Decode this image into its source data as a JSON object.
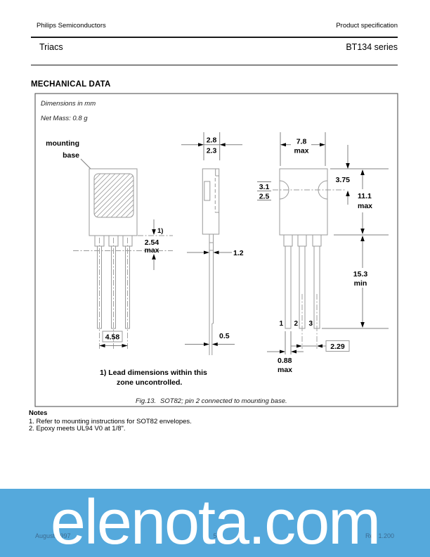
{
  "header": {
    "brand": "Philips Semiconductors",
    "spec": "Product specification",
    "product": "Triacs",
    "series": "BT134 series"
  },
  "section_title": "MECHANICAL DATA",
  "figure": {
    "dimensions_note": "Dimensions in mm",
    "mass_note": "Net Mass: 0.8 g",
    "mounting_label_line1": "mounting",
    "mounting_label_line2": "base",
    "dims": {
      "width_top_max": "2.8",
      "width_top_min": "2.3",
      "body_width_max": "7.8",
      "body_width_qual": "max",
      "hole_max": "3.1",
      "hole_min": "2.5",
      "hole_center_from_top": "3.75",
      "body_height": "11.1",
      "body_height_qual": "max",
      "zone_height": "2.54",
      "zone_height_qual": "max",
      "zone_ref": "1)",
      "lead_thickness": "1.2",
      "lead_length": "15.3",
      "lead_length_qual": "min",
      "outer_lead_span": "4.58",
      "lead_tip_thickness": "0.5",
      "lead_pitch": "2.29",
      "lead_width": "0.88",
      "lead_width_qual": "max",
      "pin1": "1",
      "pin2": "2",
      "pin3": "3"
    },
    "zone_note_line1": "1) Lead dimensions within this",
    "zone_note_line2": "zone uncontrolled.",
    "caption_fig": "Fig.13.",
    "caption_body": "SOT82; pin 2 connected to mounting base."
  },
  "notes": {
    "title": "Notes",
    "items": [
      "1. Refer to mounting instructions for SOT82 envelopes.",
      "2. Epoxy meets UL94 V0 at 1/8\"."
    ]
  },
  "footer": {
    "date": "August 1997",
    "page": "5",
    "rev": "Rev 1.200"
  },
  "watermark": {
    "text": "elenota.com",
    "color": "#55a9dc"
  }
}
